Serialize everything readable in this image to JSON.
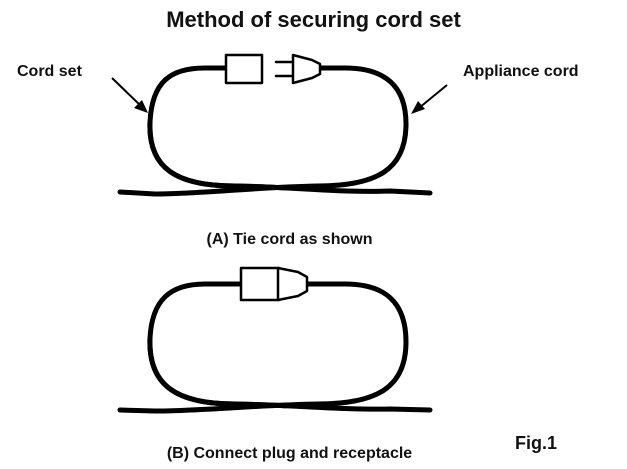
{
  "title": "Method of securing cord set",
  "labels": {
    "cord_set": "Cord set",
    "appliance_cord": "Appliance cord"
  },
  "captions": {
    "step_a": "(A) Tie cord as shown",
    "step_b": "(B) Connect plug and receptacle"
  },
  "figure_label": "Fig.1",
  "icons": {
    "receptacle": "cord-receptacle-icon",
    "plug": "cord-plug-icon",
    "connected": "connected-plug-receptacle-icon"
  }
}
